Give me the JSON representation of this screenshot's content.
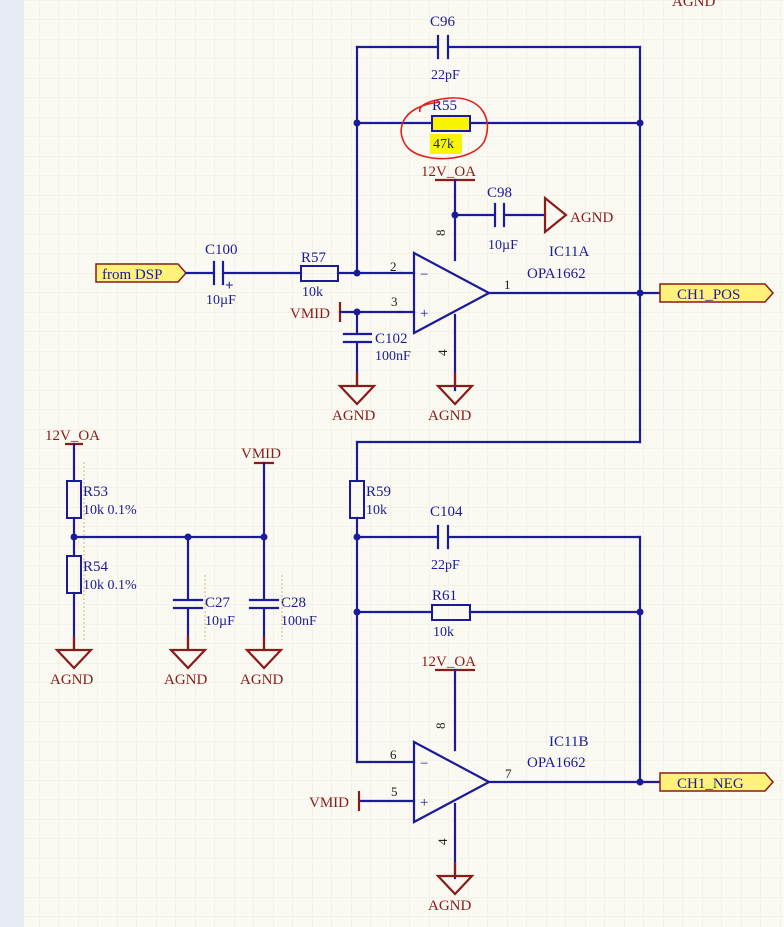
{
  "colors": {
    "wire": "#1a1a9a",
    "power": "#8b1a1a",
    "port_fill": "#fff27a",
    "highlight": "#f7f500",
    "markup": "#e02020",
    "grid": "#ece9dc"
  },
  "ports": {
    "input": "from DSP",
    "ch1_pos": "CH1_POS",
    "ch1_neg": "CH1_NEG"
  },
  "power": {
    "agnd": "AGND",
    "rail": "12V_OA",
    "vmid": "VMID"
  },
  "components": {
    "c96": {
      "ref": "C96",
      "value": "22pF"
    },
    "r55": {
      "ref": "R55",
      "value": "47k"
    },
    "c98": {
      "ref": "C98",
      "value": "10µF"
    },
    "c100": {
      "ref": "C100",
      "value": "10µF",
      "polarity": "+"
    },
    "r57": {
      "ref": "R57",
      "value": "10k"
    },
    "c102": {
      "ref": "C102",
      "value": "100nF"
    },
    "ic11a": {
      "ref": "IC11A",
      "value": "OPA1662"
    },
    "ic11b": {
      "ref": "IC11B",
      "value": "OPA1662"
    },
    "r53": {
      "ref": "R53",
      "value": "10k 0.1%"
    },
    "r54": {
      "ref": "R54",
      "value": "10k 0.1%"
    },
    "c27": {
      "ref": "C27",
      "value": "10µF"
    },
    "c28": {
      "ref": "C28",
      "value": "100nF"
    },
    "r59": {
      "ref": "R59",
      "value": "10k"
    },
    "c104": {
      "ref": "C104",
      "value": "22pF"
    },
    "r61": {
      "ref": "R61",
      "value": "10k"
    }
  },
  "pins": {
    "a_in_neg": "2",
    "a_in_pos": "3",
    "a_out": "1",
    "a_vpos": "8",
    "a_vneg": "4",
    "b_in_neg": "6",
    "b_in_pos": "5",
    "b_out": "7",
    "b_vpos": "8",
    "b_vneg": "4"
  },
  "opamp_symbols": {
    "minus": "−",
    "plus": "+"
  }
}
